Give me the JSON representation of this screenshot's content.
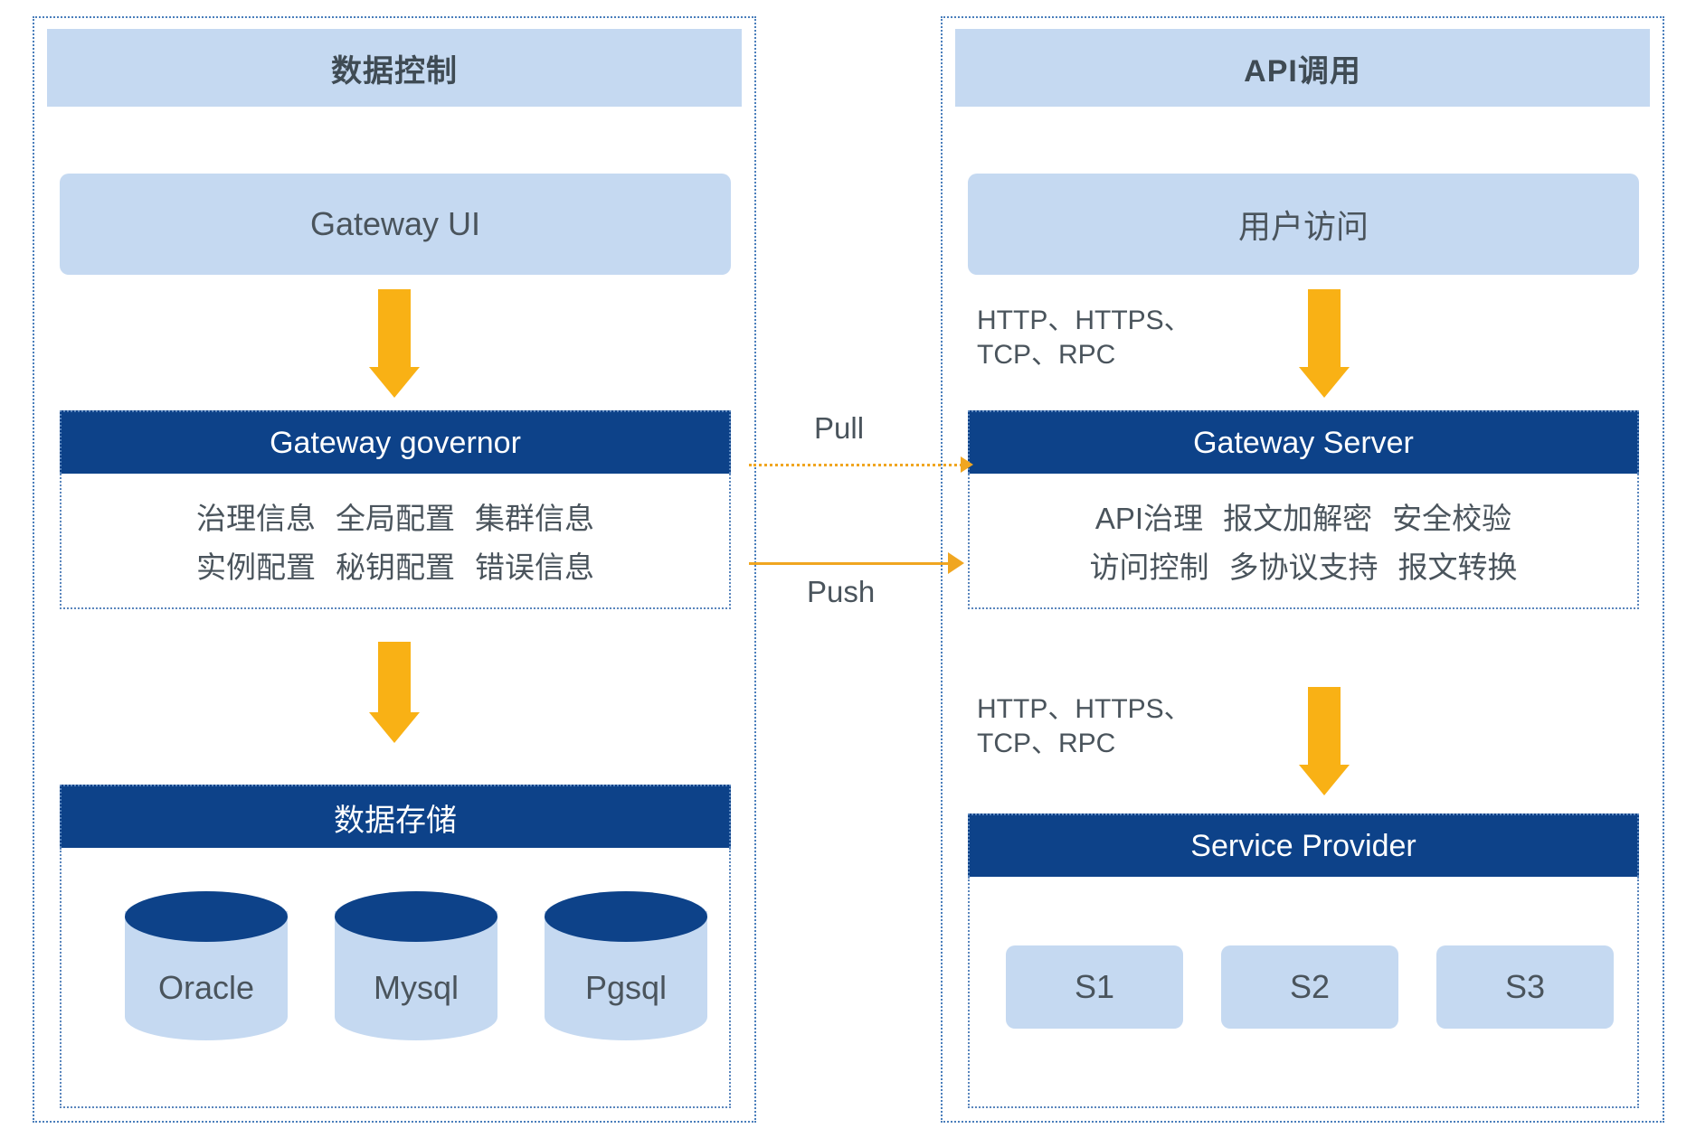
{
  "diagram": {
    "title_left": "数据控制",
    "title_right": "API调用",
    "accent_orange": "#f9b115",
    "dark_blue": "#0d4289",
    "light_blue": "#c5d9f1",
    "panel_border": "#4a7ebb"
  },
  "left_panel": {
    "header": "数据控制",
    "gateway_ui": "Gateway UI",
    "governor": {
      "title": "Gateway governor",
      "rows": [
        [
          "治理信息",
          "全局配置",
          "集群信息"
        ],
        [
          "实例配置",
          "秘钥配置",
          "错误信息"
        ]
      ]
    },
    "storage": {
      "title": "数据存储",
      "databases": [
        "Oracle",
        "Mysql",
        "Pgsql"
      ]
    }
  },
  "right_panel": {
    "header": "API调用",
    "user_access": "用户访问",
    "protocol_top": "HTTP、HTTPS、\nTCP、RPC",
    "protocol_bottom": "HTTP、HTTPS、\nTCP、RPC",
    "gateway_server": {
      "title": "Gateway   Server",
      "rows": [
        [
          "API治理",
          "报文加解密",
          "安全校验"
        ],
        [
          "访问控制",
          "多协议支持",
          "报文转换"
        ]
      ]
    },
    "service_provider": {
      "title": "Service Provider",
      "services": [
        "S1",
        "S2",
        "S3"
      ]
    }
  },
  "connectors": {
    "pull_label": "Pull",
    "push_label": "Push"
  }
}
